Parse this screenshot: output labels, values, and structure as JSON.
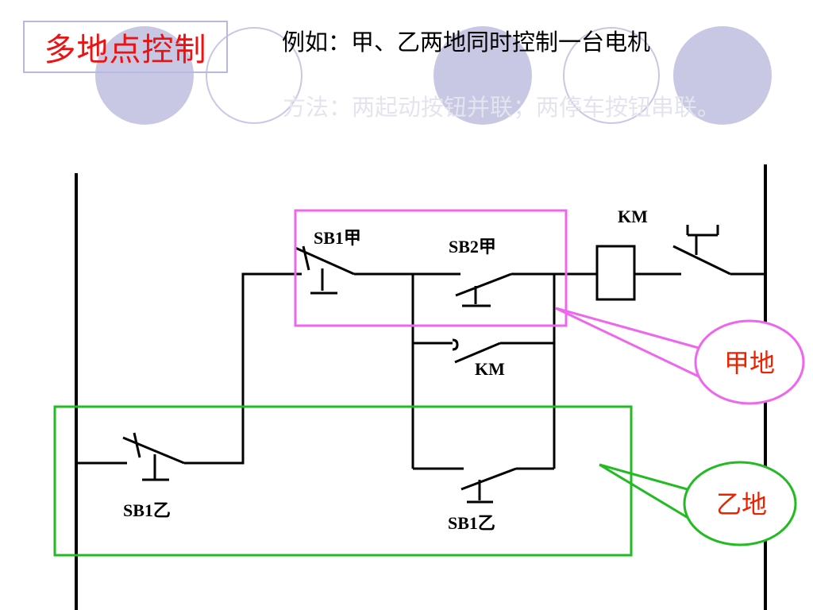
{
  "title": "多地点控制",
  "subtitle": "例如：甲、乙两地同时控制一台电机",
  "method": "方法：两起动按钮并联；两停车按钮串联。",
  "labels": {
    "km_coil": "KM",
    "sb1_jia": "SB1甲",
    "sb2_jia": "SB2甲",
    "km_contact": "KM",
    "sb1_yi_left": "SB1乙",
    "sb1_yi_right": "SB1乙"
  },
  "callouts": {
    "jia": "甲地",
    "yi": "乙地"
  },
  "colors": {
    "title": "#ee1111",
    "wire": "#000000",
    "jia_box": "#ee66ee",
    "yi_box": "#22bb22",
    "callout_text": "#ee2200",
    "decor_circle": "#c8c8e4"
  }
}
